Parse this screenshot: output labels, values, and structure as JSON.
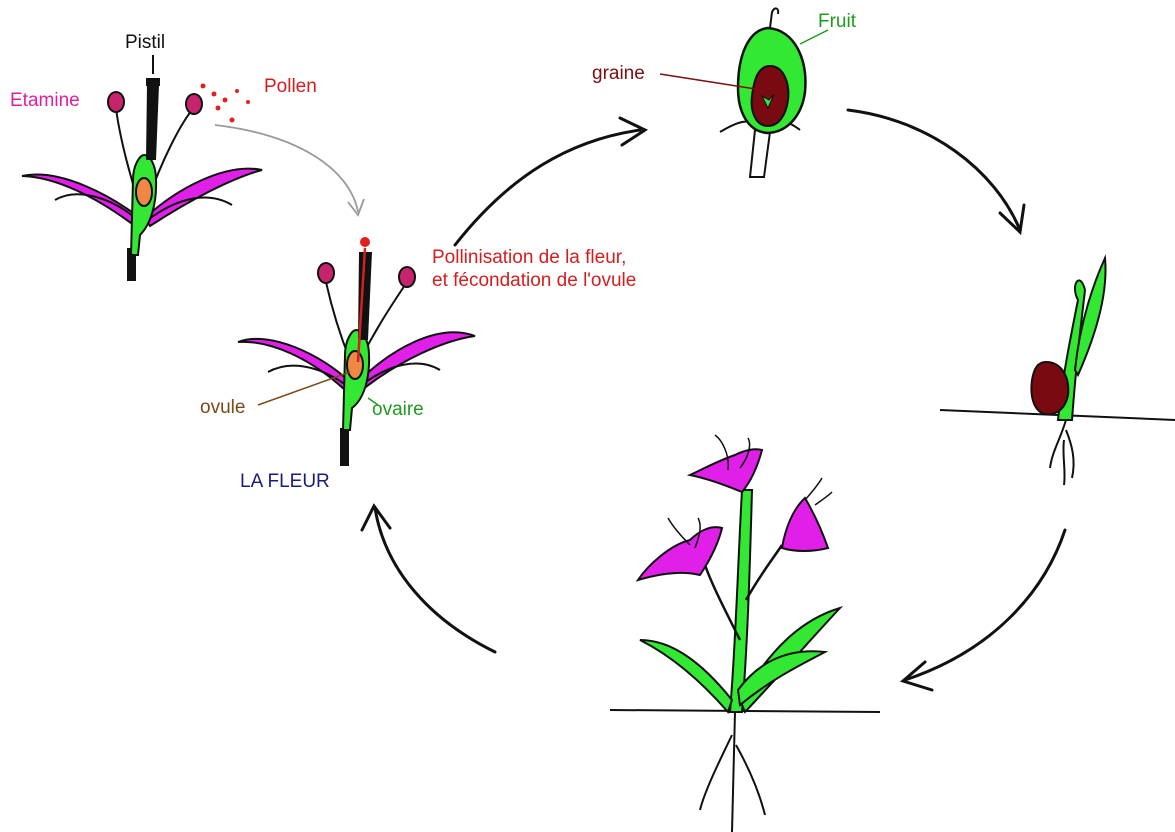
{
  "labels": {
    "pistil": "Pistil",
    "etamine": "Etamine",
    "pollen": "Pollen",
    "pollination": "Pollinisation de la fleur, et fécondation de l'ovule",
    "ovule": "ovule",
    "ovaire": "ovaire",
    "la_fleur": "LA FLEUR",
    "graine": "graine",
    "fruit": "Fruit"
  },
  "colors": {
    "petal": "#e020e8",
    "anther": "#c8246e",
    "leaf_green": "#33e833",
    "ovule_orange": "#ee8844",
    "seed_brown": "#7a0a12",
    "pistil_black": "#111111",
    "pollen_red": "#e02020",
    "label_magenta": "#e0209a",
    "label_red": "#d41e1e",
    "label_green": "#1f9b1f",
    "label_brown": "#7a4a18",
    "label_navy": "#1b1b7e",
    "label_darkred": "#7a1010",
    "label_black": "#111111"
  }
}
